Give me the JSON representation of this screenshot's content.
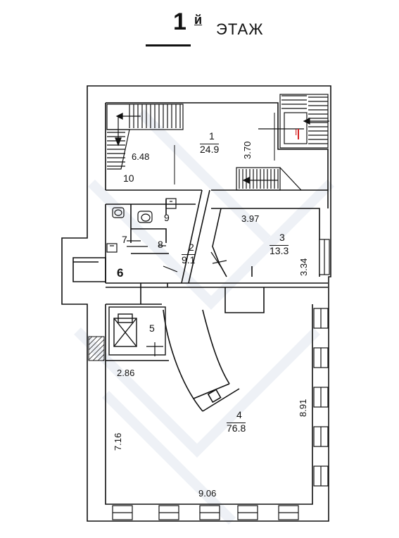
{
  "header": {
    "floor_number": "1",
    "floor_suffix": "й",
    "floor_word": "ЭТАЖ"
  },
  "rooms": [
    {
      "id": "1",
      "number": "1",
      "area": "24.9"
    },
    {
      "id": "2",
      "number": "2",
      "area": "9.1"
    },
    {
      "id": "3",
      "number": "3",
      "area": "13.3"
    },
    {
      "id": "4",
      "number": "4",
      "area": "76.8"
    },
    {
      "id": "5",
      "number": "5"
    },
    {
      "id": "6",
      "number": "6"
    },
    {
      "id": "7",
      "number": "7"
    },
    {
      "id": "8",
      "number": "8"
    },
    {
      "id": "9",
      "number": "9"
    },
    {
      "id": "10",
      "number": "10"
    }
  ],
  "dimensions": {
    "d370": "3.70",
    "d648": "6.48",
    "d397": "3.97",
    "d334": "3.34",
    "d286": "2.86",
    "d716": "7.16",
    "d891": "8.91",
    "d906": "9.06"
  },
  "stair_marker": "I",
  "colors": {
    "line": "#111111",
    "hatch": "#444444",
    "wall_fill": "#ffffff",
    "marker": "#d42020",
    "watermark": "#eef1f6"
  }
}
